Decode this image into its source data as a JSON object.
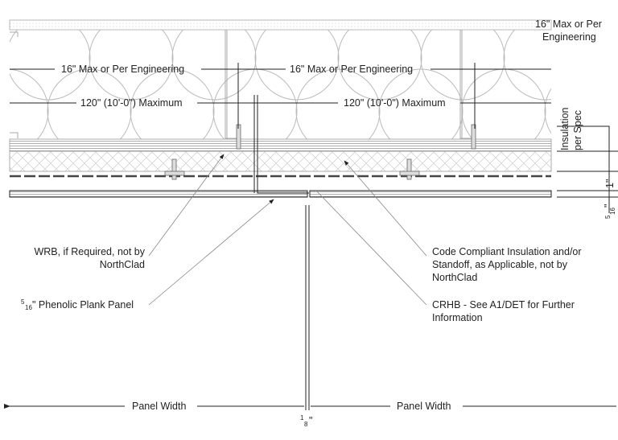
{
  "labels": {
    "stud_spacing_top_line1": "16\" Max or Per",
    "stud_spacing_top_line2": "Engineering",
    "stud_spacing": "16\" Max or Per Engineering",
    "max_span": "120\" (10'-0\") Maximum",
    "insulation_line1": "Insulation",
    "insulation_line2": "per Spec",
    "dim_standoff": "1\"",
    "dim_panel_num": "5",
    "dim_panel_den": "16",
    "dim_panel_inch": "\"",
    "wrb_line1": "WRB, if Required, not by",
    "wrb_line2": "NorthClad",
    "panel_num": "5",
    "panel_den": "16",
    "panel_text": "\" Phenolic Plank Panel",
    "code_line1": "Code Compliant Insulation and/or",
    "code_line2": "Standoff, as Applicable, not by",
    "code_line3": "NorthClad",
    "crhb_line1": "CRHB - See A1/DET for Further",
    "crhb_line2": "Information",
    "panel_width": "Panel Width",
    "gap_num": "1",
    "gap_den": "8",
    "gap_inch": "\""
  }
}
